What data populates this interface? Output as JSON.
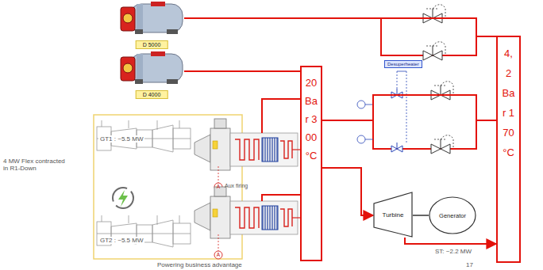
{
  "diagram": {
    "nodes": [
      {
        "text": [
          "D 5000"
        ]
      },
      {
        "text": [
          "D 4000"
        ]
      },
      {
        "text": [
          "20 Bar 300 °C"
        ]
      },
      {
        "text": [
          "4,2 Bar 170 °C"
        ]
      },
      {
        "text": [
          "Desuperheater"
        ]
      },
      {
        "text": [
          "Turbine"
        ]
      },
      {
        "text": [
          "Generator"
        ]
      }
    ],
    "edges": [
      {
        "from": 0,
        "to": 3,
        "arrow": "none"
      },
      {
        "from": 1,
        "to": 2,
        "arrow": "none"
      },
      {
        "from": 2,
        "to": 3,
        "arrow": "none"
      },
      {
        "from": 2,
        "to": 5,
        "arrow": "to"
      },
      {
        "from": 5,
        "to": 3,
        "arrow": "to"
      },
      {
        "from": 5,
        "to": 6,
        "arrow": "none"
      }
    ],
    "labels": [
      "4 MW Flex contracted in R1-Down",
      "GT1 : ~5.5 MW",
      "GT2 : ~5.5 MW",
      "Aux firing",
      "A",
      "A",
      "ST: ~2.2 MW",
      "Powering business advantage",
      "17"
    ]
  }
}
